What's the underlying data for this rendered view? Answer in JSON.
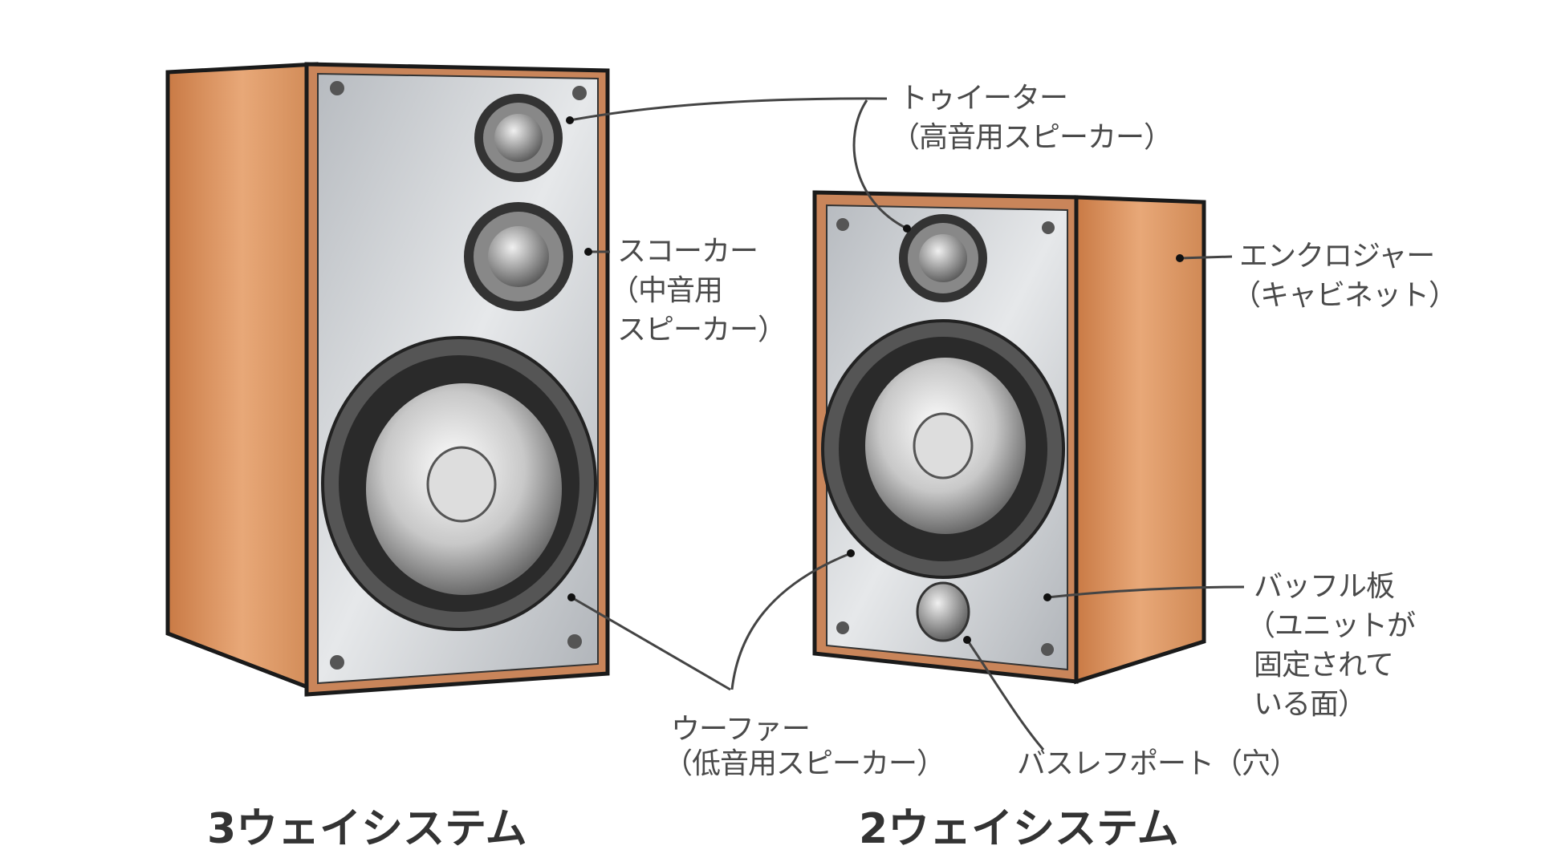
{
  "labels": {
    "tweeter": "トゥイーター",
    "tweeter_sub": "（高音用スピーカー）",
    "squawker": "スコーカー",
    "squawker_sub1": "（中音用",
    "squawker_sub2": "スピーカー）",
    "enclosure": "エンクロジャー",
    "enclosure_sub": "（キャビネット）",
    "baffle": "バッフル板",
    "baffle_sub1": "（ユニットが",
    "baffle_sub2": "固定されて",
    "baffle_sub3": "いる面）",
    "woofer": "ウーファー",
    "woofer_sub": "（低音用スピーカー）",
    "bass_reflex": "バスレフポート（穴）"
  },
  "titles": {
    "three_way": "3ウェイシステム",
    "two_way": "2ウェイシステム"
  },
  "colors": {
    "wood": "#d9925f",
    "panel": "#c9ccd0",
    "outline": "#1a1a1a"
  }
}
